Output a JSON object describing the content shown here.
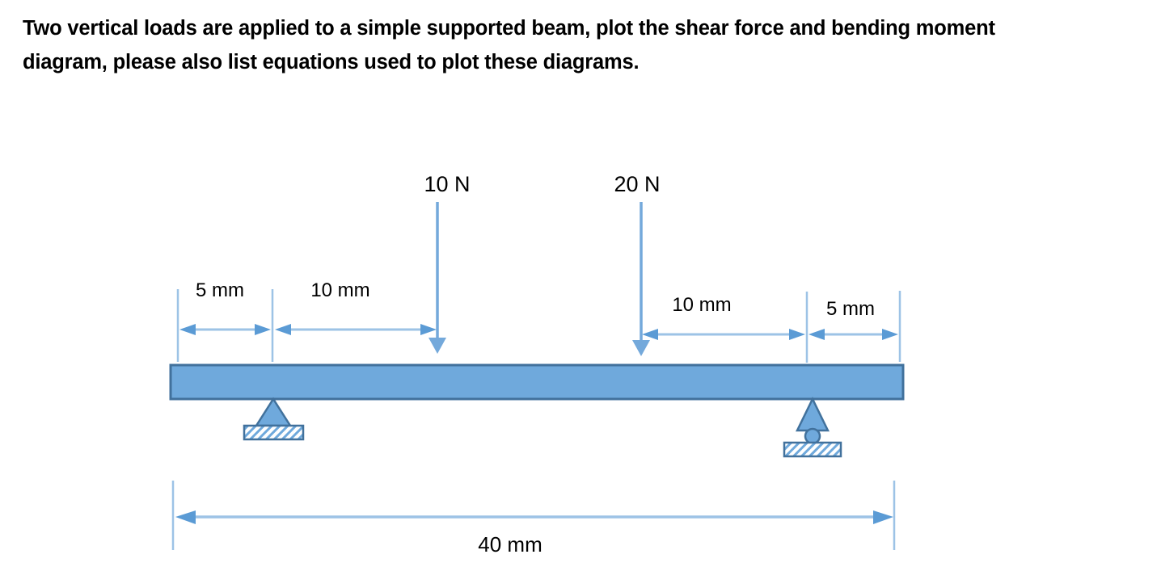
{
  "title": {
    "line1": "Two vertical loads are applied to a simple supported beam, plot the shear force and bending moment",
    "line2": "diagram, please also list equations used to plot these diagrams."
  },
  "diagram": {
    "loads": {
      "left": "10 N",
      "right": "20 N"
    },
    "dims": {
      "left_a": "5 mm",
      "left_b": "10 mm",
      "right_a": "10 mm",
      "right_b": "5 mm",
      "total": "40 mm"
    }
  },
  "colors": {
    "background": "#FFFFFF",
    "text": "#000000",
    "beam_fill": "#6FA9DC",
    "beam_border": "#41719C",
    "dim_line": "#9DC3E6",
    "arrow_head": "#5B9BD5",
    "load_line": "#74A9DB"
  }
}
